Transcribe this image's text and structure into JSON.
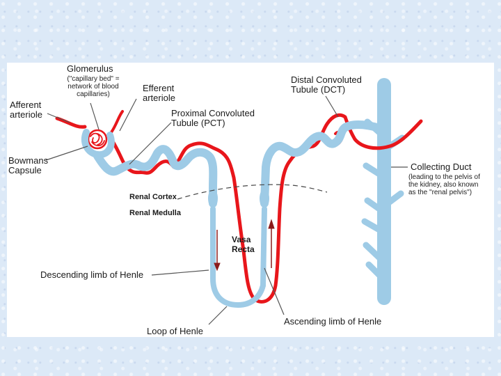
{
  "labels": {
    "glomerulus": "Glomerulus",
    "glomerulus_note": [
      "(\"capillary bed\" =",
      "network of blood",
      "capillaries)"
    ],
    "efferent": [
      "Efferent",
      "arteriole"
    ],
    "afferent": [
      "Afferent",
      "arteriole"
    ],
    "pct": [
      "Proximal Convoluted",
      "Tubule (PCT)"
    ],
    "dct": [
      "Distal Convoluted",
      "Tubule (DCT)"
    ],
    "bowmans": [
      "Bowmans",
      "Capsule"
    ],
    "collecting_duct": "Collecting Duct",
    "collecting_note": [
      "(leading to the pelvis of",
      "the kidney, also known",
      "as the \"renal pelvis\")"
    ],
    "renal_cortex": "Renal Cortex",
    "renal_medulla": "Renal Medulla",
    "vasa_recta": [
      "Vasa",
      "Recta"
    ],
    "descending_limb": "Descending limb of Henle",
    "ascending_limb": "Ascending limb of Henle",
    "loop_of_henle": "Loop of Henle"
  },
  "colors": {
    "tubule": "#9ecbe6",
    "blood": "#e8161b",
    "arrow": "#8b1a1a",
    "leader": "#555555"
  }
}
